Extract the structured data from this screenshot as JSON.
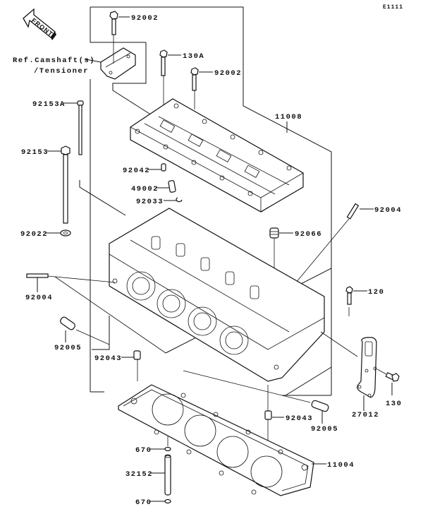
{
  "diagram": {
    "code": "E1111",
    "front_label": "FRONT",
    "ref_note_line1": "Ref.Camshaft(s)",
    "ref_note_line2": "/Tensioner",
    "parts": {
      "p92002_top": "92002",
      "p130A": "130A",
      "p92002_mid": "92002",
      "p92153A": "92153A",
      "p11008": "11008",
      "p92153": "92153",
      "p92042": "92042",
      "p49002": "49002",
      "p92033": "92033",
      "p92004_right": "92004",
      "p92022": "92022",
      "p92066": "92066",
      "p92004_left": "92004",
      "p120": "120",
      "p92005_left": "92005",
      "p92043_left": "92043",
      "p27012": "27012",
      "p130": "130",
      "p92043_right": "92043",
      "p92005_right": "92005",
      "p670_top": "670",
      "p32152": "32152",
      "p11004": "11004",
      "p670_bottom": "670"
    }
  }
}
